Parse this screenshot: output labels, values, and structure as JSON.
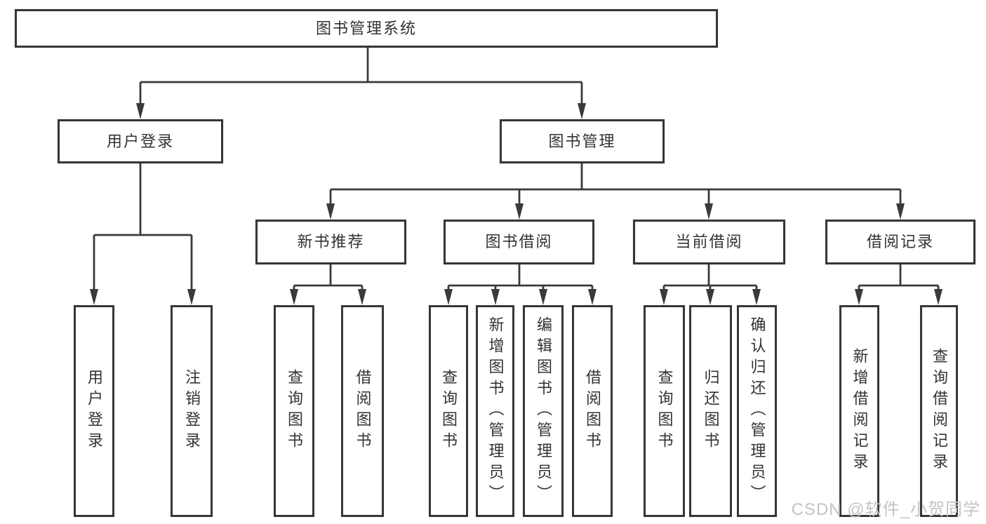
{
  "title": "图书管理系统",
  "watermark": "CSDN @软件_小贺同学",
  "colors": {
    "line": "#3a3a3a",
    "box_border": "#363636",
    "text": "#333333",
    "watermark": "#c4c4c4",
    "background": "#ffffff"
  },
  "nodes": {
    "root": {
      "label": "图书管理系统"
    },
    "level2": [
      {
        "label": "用户登录"
      },
      {
        "label": "图书管理"
      }
    ],
    "level3": [
      {
        "label": "新书推荐",
        "parent": "图书管理"
      },
      {
        "label": "图书借阅",
        "parent": "图书管理"
      },
      {
        "label": "当前借阅",
        "parent": "图书管理"
      },
      {
        "label": "借阅记录",
        "parent": "图书管理"
      }
    ],
    "leaves": [
      {
        "label": "用户登录",
        "parent": "用户登录"
      },
      {
        "label": "注销登录",
        "parent": "用户登录"
      },
      {
        "label": "查询图书",
        "parent": "新书推荐"
      },
      {
        "label": "借阅图书",
        "parent": "新书推荐"
      },
      {
        "label": "查询图书",
        "parent": "图书借阅"
      },
      {
        "label": "新增图书（管理员）",
        "parent": "图书借阅"
      },
      {
        "label": "编辑图书（管理员）",
        "parent": "图书借阅"
      },
      {
        "label": "借阅图书",
        "parent": "图书借阅"
      },
      {
        "label": "查询图书",
        "parent": "当前借阅"
      },
      {
        "label": "归还图书",
        "parent": "当前借阅"
      },
      {
        "label": "确认归还（管理员）",
        "parent": "当前借阅"
      },
      {
        "label": "新增借阅记录",
        "parent": "借阅记录"
      },
      {
        "label": "查询借阅记录",
        "parent": "借阅记录"
      }
    ]
  }
}
